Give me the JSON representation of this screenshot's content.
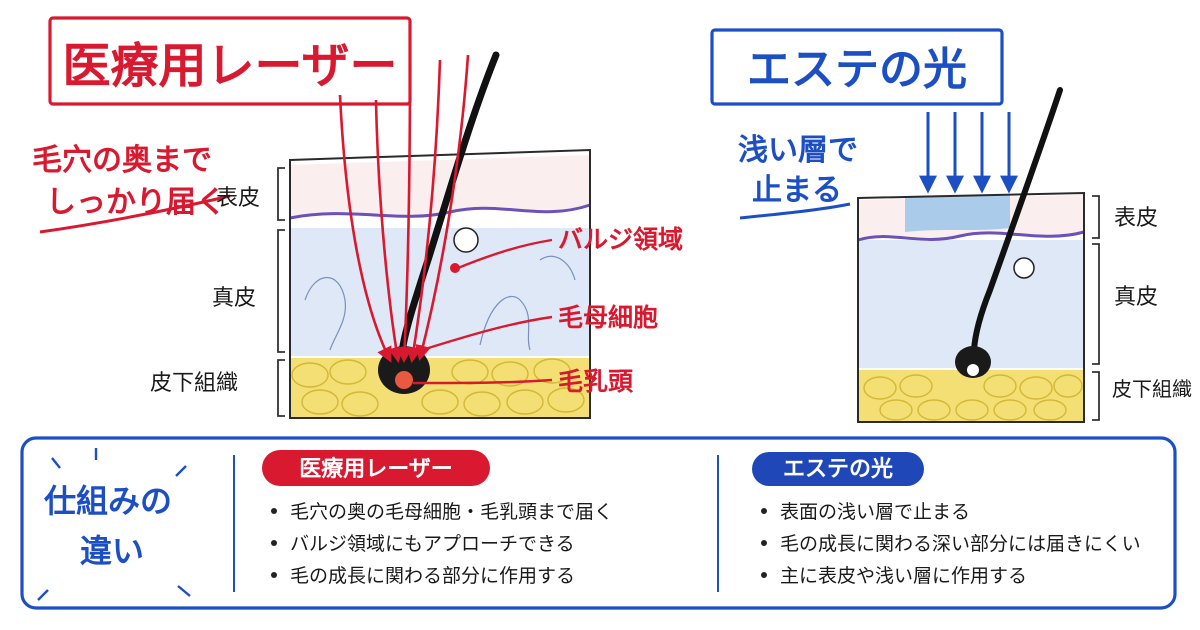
{
  "left": {
    "title": "医療用レーザー",
    "subtitle_lines": [
      "毛穴の奥まで",
      "しっかり届く"
    ],
    "layers": [
      "表皮",
      "真皮",
      "皮下組織"
    ],
    "callouts": [
      "バルジ領域",
      "毛母細胞",
      "毛乳頭"
    ]
  },
  "right": {
    "title": "エステの光",
    "subtitle_lines": [
      "浅い層で",
      "止まる"
    ],
    "layers": [
      "表皮",
      "真皮",
      "皮下組織"
    ]
  },
  "bottom": {
    "heading_lines": [
      "仕組みの",
      "違い"
    ],
    "laser": {
      "label": "医療用レーザー",
      "bullets": [
        "毛穴の奥の毛母細胞・毛乳頭まで届く",
        "バルジ領域にもアプローチできる",
        "毛の成長に関わる部分に作用する"
      ]
    },
    "esthe": {
      "label": "エステの光",
      "bullets": [
        "表面の浅い層で止まる",
        "毛の成長に関わる深い部分には届きにくい",
        "主に表皮や浅い層に作用する"
      ]
    }
  },
  "colors": {
    "laser_red": "#d8192f",
    "esthe_blue": "#1d4fc4",
    "fat_yellow": "#f3df74",
    "dermis_blue": "#dfe8f7",
    "epidermis_pink": "#fbeeee"
  }
}
